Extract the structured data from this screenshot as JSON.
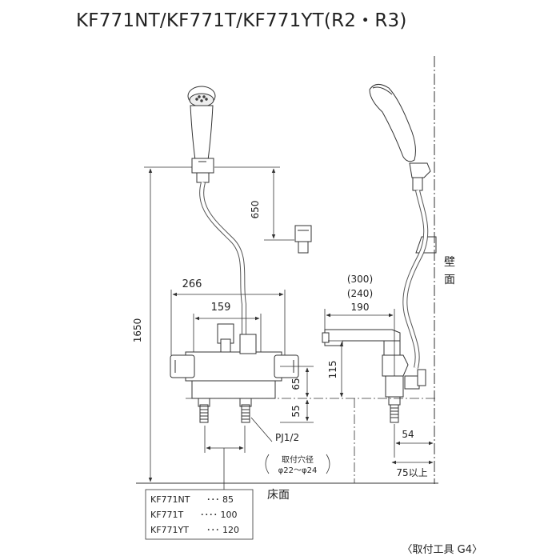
{
  "title": "KF771NT/KF771T/KF771YT(R2・R3)",
  "dims": {
    "d650": "650",
    "d1650": "1650",
    "d266": "266",
    "d159": "159",
    "d115": "115",
    "d65": "65",
    "d55": "55",
    "d300": "(300)",
    "d240": "(240)",
    "d190": "190",
    "d54": "54",
    "d75": "75以上"
  },
  "labels": {
    "wall_1": "壁",
    "wall_2": "面",
    "floor": "床面",
    "thread": "PJ1/2",
    "hole_title": "取付穴径",
    "hole_range": "φ22～φ24",
    "tool": "〈取付工具 G4〉"
  },
  "models": [
    {
      "name": "KF771NT",
      "value": "･･･ 85"
    },
    {
      "name": "KF771T",
      "value": "････ 100"
    },
    {
      "name": "KF771YT",
      "value": "･･･ 120"
    }
  ]
}
